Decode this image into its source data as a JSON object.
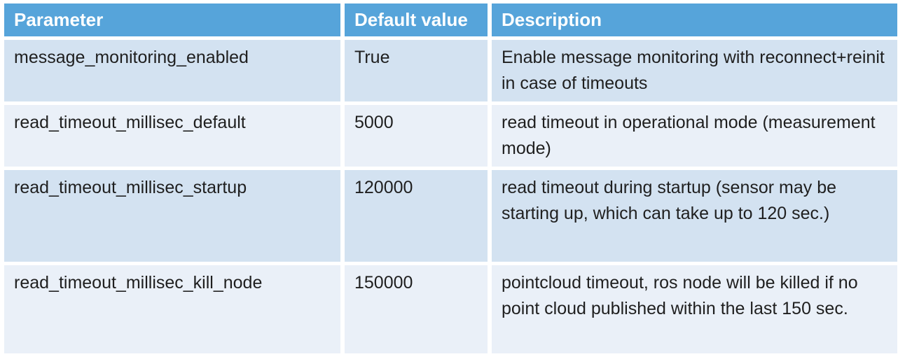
{
  "table": {
    "columns": [
      {
        "label": "Parameter"
      },
      {
        "label": "Default value"
      },
      {
        "label": "Description"
      }
    ],
    "rows": [
      {
        "parameter": "message_monitoring_enabled",
        "default_value": "True",
        "description": "Enable message monitoring with reconnect+reinit in case of timeouts"
      },
      {
        "parameter": "read_timeout_millisec_default",
        "default_value": "5000",
        "description": "read timeout in operational mode (measurement mode)"
      },
      {
        "parameter": "read_timeout_millisec_startup",
        "default_value": "120000",
        "description": "read timeout during startup (sensor may be starting up, which can take up to 120 sec.)"
      },
      {
        "parameter": "read_timeout_millisec_kill_node",
        "default_value": "150000",
        "description": "pointcloud timeout, ros node will be killed if no point cloud published within the last 150 sec."
      }
    ]
  },
  "colors": {
    "header_bg": "#56a4da",
    "header_text": "#ffffff",
    "row_odd_bg": "#d3e2f1",
    "row_even_bg": "#eaf0f8",
    "body_text": "#1f1f1f"
  }
}
